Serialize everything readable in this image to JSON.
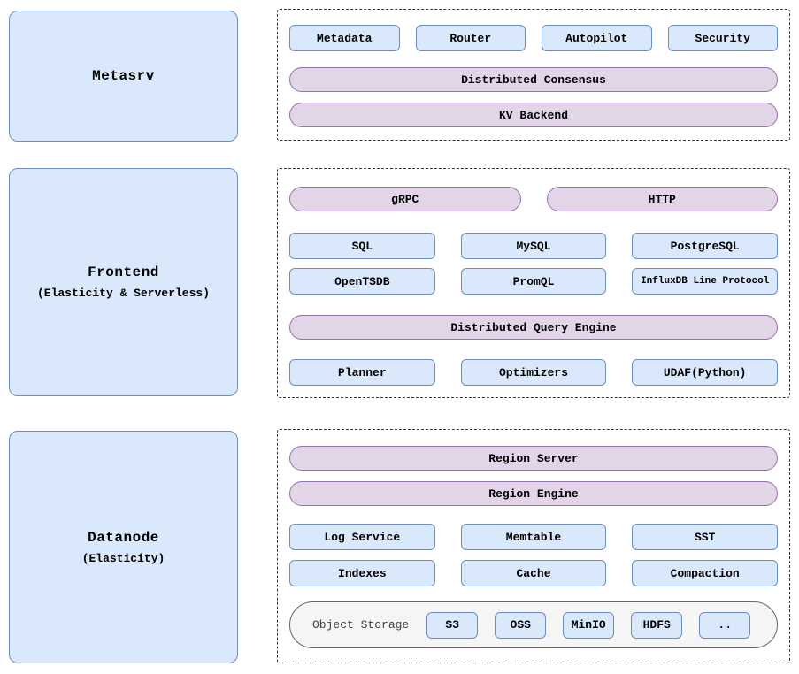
{
  "colors": {
    "chip_fill": "#dae8fc",
    "chip_border": "#6c8ebf",
    "pill_fill": "#e1d5e7",
    "pill_border": "#9673a6",
    "storage_fill": "#f5f5f5",
    "storage_border": "#666666",
    "container_border": "#333333"
  },
  "metasrv": {
    "title": "Metasrv",
    "modules": [
      "Metadata",
      "Router",
      "Autopilot",
      "Security"
    ],
    "layers": [
      "Distributed Consensus",
      "KV Backend"
    ]
  },
  "frontend": {
    "title": "Frontend",
    "subtitle": "(Elasticity & Serverless)",
    "transports": [
      "gRPC",
      "HTTP"
    ],
    "protocols_row1": [
      "SQL",
      "MySQL",
      "PostgreSQL"
    ],
    "protocols_row2": [
      "OpenTSDB",
      "PromQL",
      "InfluxDB Line Protocol"
    ],
    "engine": "Distributed Query Engine",
    "engine_parts": [
      "Planner",
      "Optimizers",
      "UDAF(Python)"
    ]
  },
  "datanode": {
    "title": "Datanode",
    "subtitle": "(Elasticity)",
    "layers": [
      "Region Server",
      "Region Engine"
    ],
    "components_row1": [
      "Log Service",
      "Memtable",
      "SST"
    ],
    "components_row2": [
      "Indexes",
      "Cache",
      "Compaction"
    ],
    "object_storage": {
      "label": "Object Storage",
      "backends": [
        "S3",
        "OSS",
        "MinIO",
        "HDFS",
        ".."
      ]
    }
  }
}
